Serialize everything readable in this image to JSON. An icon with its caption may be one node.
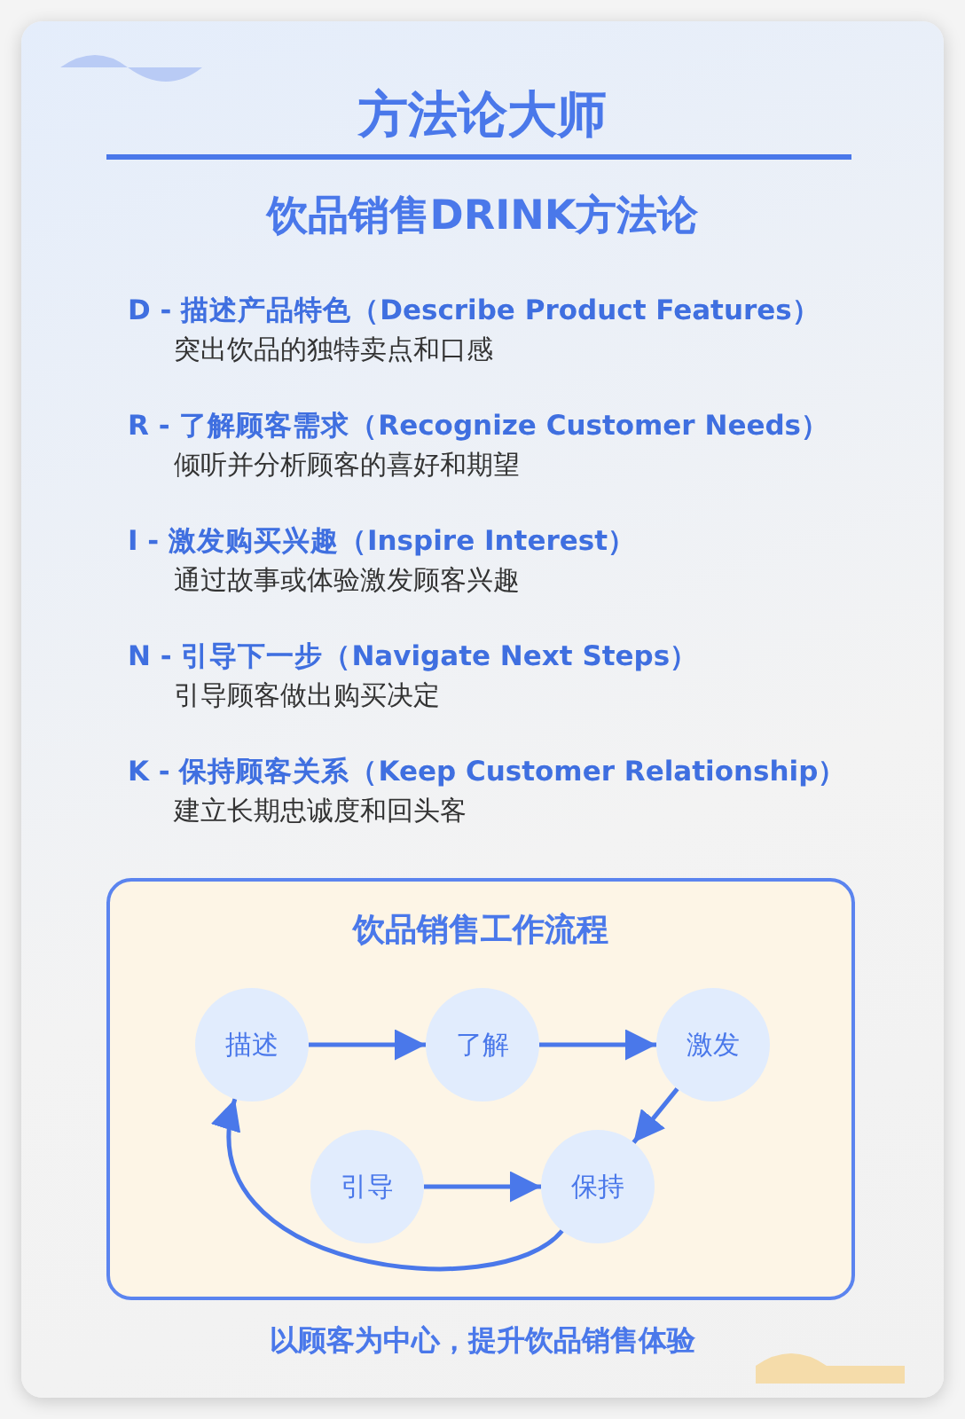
{
  "diagram": {
    "title": "方法论大师",
    "caption": "以顾客为中心，提升饮品销售体验",
    "nodes": [
      {
        "text": [
          "饮品销售工作流程"
        ]
      },
      {
        "text": [
          "描述"
        ],
        "in": 0
      },
      {
        "text": [
          "了解"
        ],
        "in": 0
      },
      {
        "text": [
          "激发"
        ],
        "in": 0
      },
      {
        "text": [
          "引导"
        ],
        "in": 0
      },
      {
        "text": [
          "保持"
        ],
        "in": 0
      }
    ],
    "edges": [
      {
        "from": 1,
        "to": 2,
        "arrow": "to"
      },
      {
        "from": 2,
        "to": 3,
        "arrow": "to"
      },
      {
        "from": 3,
        "to": 5,
        "arrow": "to"
      },
      {
        "from": 4,
        "to": 5,
        "arrow": "to"
      },
      {
        "from": 5,
        "to": 1,
        "arrow": "to"
      }
    ],
    "labels": [
      "饮品销售DRINK方法论",
      "D - 描述产品特色（Describe Product Features）",
      "突出饮品的独特卖点和口感",
      "R - 了解顾客需求（Recognize Customer Needs）",
      "倾听并分析顾客的喜好和期望",
      "I - 激发购买兴趣（Inspire Interest）",
      "通过故事或体验激发顾客兴趣",
      "N - 引导下一步（Navigate Next Steps）",
      "引导顾客做出购买决定",
      "K - 保持顾客关系（Keep Customer Relationship）",
      "建立长期忠诚度和回头客"
    ]
  }
}
